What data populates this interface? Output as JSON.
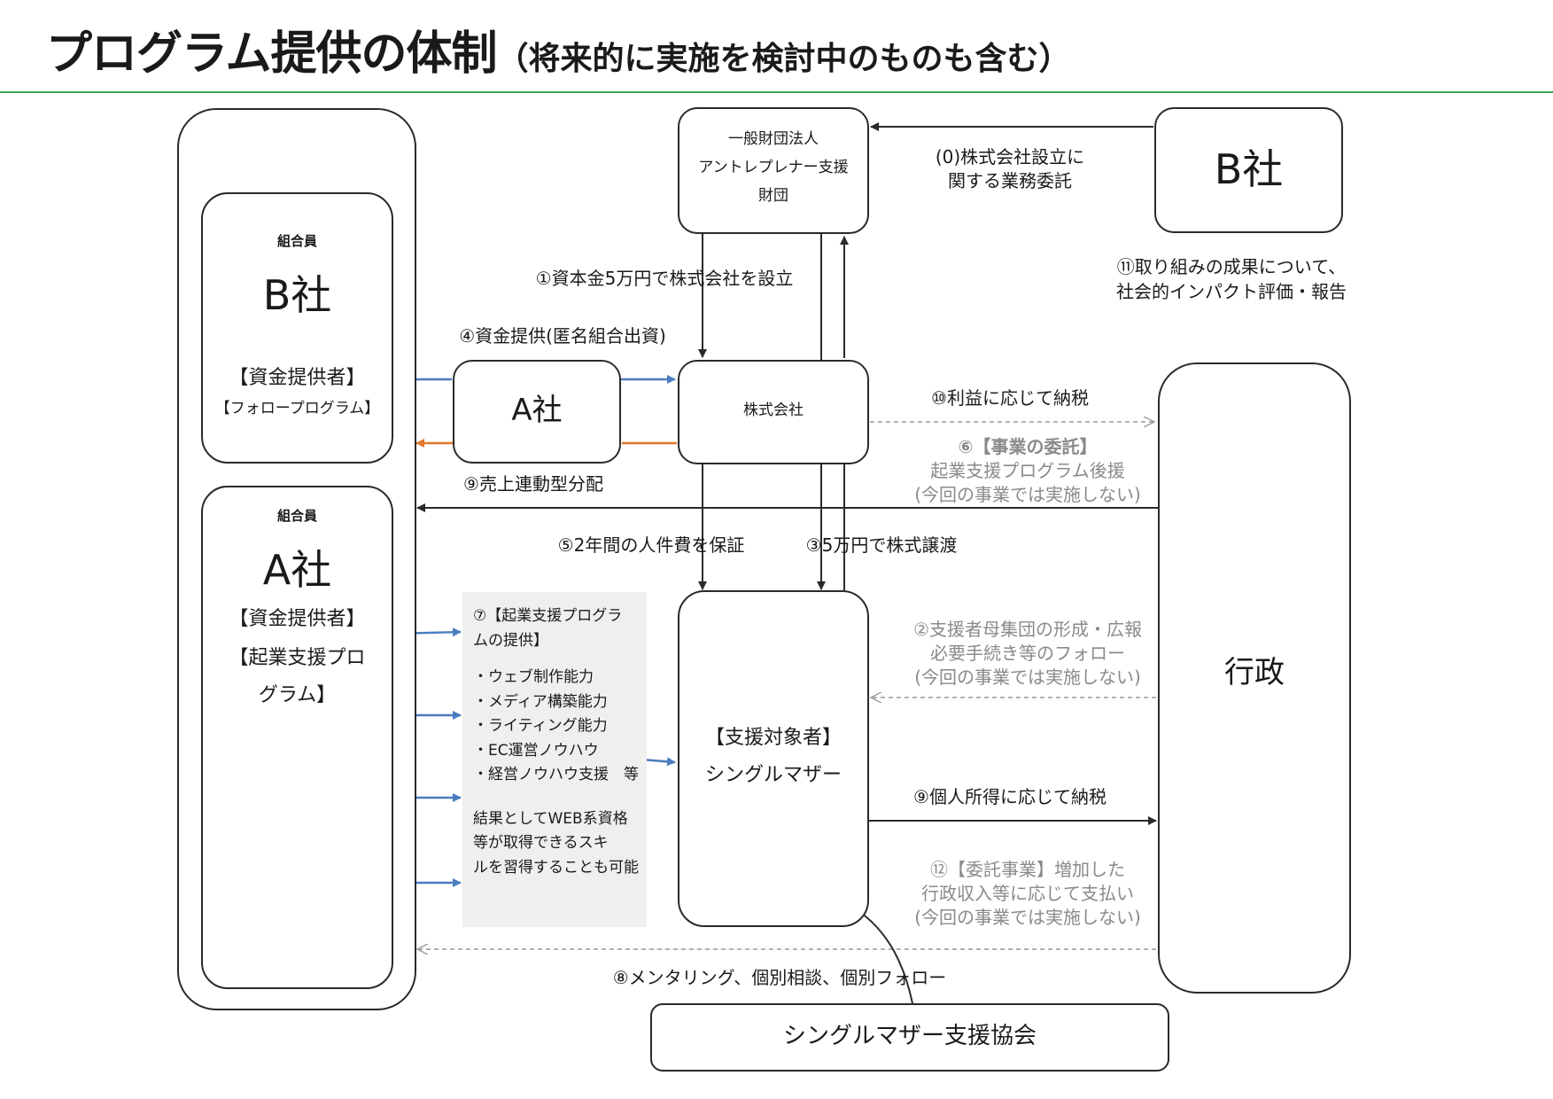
{
  "title": {
    "main": "プログラム提供の体制",
    "sub": "（将来的に実施を検討中のものも含む）"
  },
  "boxes": {
    "foundation": {
      "line1": "一般財団法人",
      "line2": "アントレプレナー支援",
      "line3": "財団"
    },
    "b_top": {
      "label": "B社"
    },
    "member_b": {
      "tag": "組合員",
      "name": "B社",
      "role1": "【資金提供者】",
      "role2": "【フォロープログラム】"
    },
    "member_a": {
      "tag": "組合員",
      "name": "A社",
      "role1": "【資金提供者】",
      "role2": "【起業支援プロ",
      "role3": "グラム】"
    },
    "a_mid": {
      "label": "A社"
    },
    "kabushiki": {
      "label": "株式会社"
    },
    "target": {
      "line1": "【支援対象者】",
      "line2": "シングルマザー"
    },
    "gyosei": {
      "label": "行政"
    },
    "association": {
      "label": "シングルマザー支援協会"
    }
  },
  "panel": {
    "heading1": "⑦【起業支援プログラ",
    "heading2": "ムの提供】",
    "items": [
      "・ウェブ制作能力",
      "・メディア構築能力",
      "・ライティング能力",
      "・EC運営ノウハウ",
      "・経営ノウハウ支援　等"
    ],
    "footer1": "結果としてWEB系資格",
    "footer2": "等が取得できるスキ",
    "footer3": "ルを習得することも可能"
  },
  "labels": {
    "l0_line1": "(0)株式会社設立に",
    "l0_line2": "関する業務委託",
    "l1": "①資本金5万円で株式会社を設立",
    "l4": "④資金提供(匿名組合出資)",
    "l11_line1": "⑪取り組みの成果について、",
    "l11_line2": "社会的インパクト評価・報告",
    "l10": "⑩利益に応じて納税",
    "l6_line1": "⑥【事業の委託】",
    "l6_line2": "起業支援プログラム後援",
    "l6_line3": "(今回の事業では実施しない)",
    "l9_sales": "⑨売上連動型分配",
    "l5": "⑤2年間の人件費を保証",
    "l3": "③5万円で株式譲渡",
    "l2_line1": "②支援者母集団の形成・広報",
    "l2_line2": "必要手続き等のフォロー",
    "l2_line3": "(今回の事業では実施しない)",
    "l9_tax": "⑨個人所得に応じて納税",
    "l12_line1": "⑫【委託事業】増加した",
    "l12_line2": "行政収入等に応じて支払い",
    "l12_line3": "(今回の事業では実施しない)",
    "l8": "⑧メンタリング、個別相談、個別フォロー"
  },
  "colors": {
    "rule": "#3aa35a",
    "blue_arrow": "#4a7cc0",
    "orange_arrow": "#e0782e",
    "gray_arrow": "#9a9a9a",
    "panel_bg": "#efefef"
  }
}
